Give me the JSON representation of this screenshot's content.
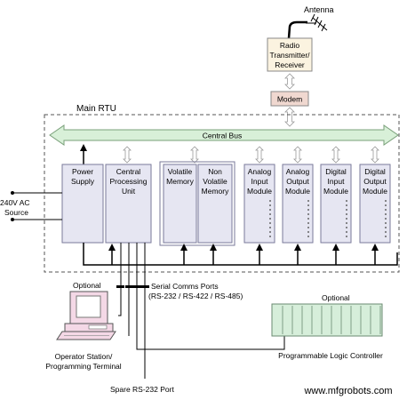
{
  "labels": {
    "antenna": "Antenna",
    "radio": [
      "Radio",
      "Transmitter/",
      "Receiver"
    ],
    "modem": "Modem",
    "main_rtu": "Main RTU",
    "central_bus": "Central Bus",
    "power_supply": [
      "Power",
      "Supply"
    ],
    "cpu": [
      "Central",
      "Processing",
      "Unit"
    ],
    "volatile_memory": [
      "Volatile",
      "Memory"
    ],
    "non_volatile_memory": [
      "Non",
      "Volatile",
      "Memory"
    ],
    "analog_input": [
      "Analog",
      "Input",
      "Module"
    ],
    "analog_output": [
      "Analog",
      "Output",
      "Module"
    ],
    "digital_input": [
      "Digital",
      "Input",
      "Module"
    ],
    "digital_output": [
      "Digital",
      "Output",
      "Module"
    ],
    "ac_source": [
      "240V AC",
      "Source"
    ],
    "optional_terminal": "Optional",
    "serial_ports": [
      "Serial Comms Ports",
      "(RS-232 / RS-422 / RS-485)"
    ],
    "operator_station": [
      "Operator Station/",
      "Programming Terminal"
    ],
    "optional_plc": "Optional",
    "plc": "Programmable Logic Controller",
    "spare_port": "Spare RS-232 Port",
    "watermark": "www.mfgrobots.com"
  },
  "colors": {
    "bus_fill": "#d8f0d8",
    "bus_stroke": "#7aa07a",
    "module_fill": "#e6e6f2",
    "module_stroke": "#7a7a9a",
    "modem_fill": "#f0d8d0",
    "radio_fill": "#fbf3e0",
    "plc_fill": "#d6eeda",
    "computer_fill": "#f4d8e6"
  }
}
